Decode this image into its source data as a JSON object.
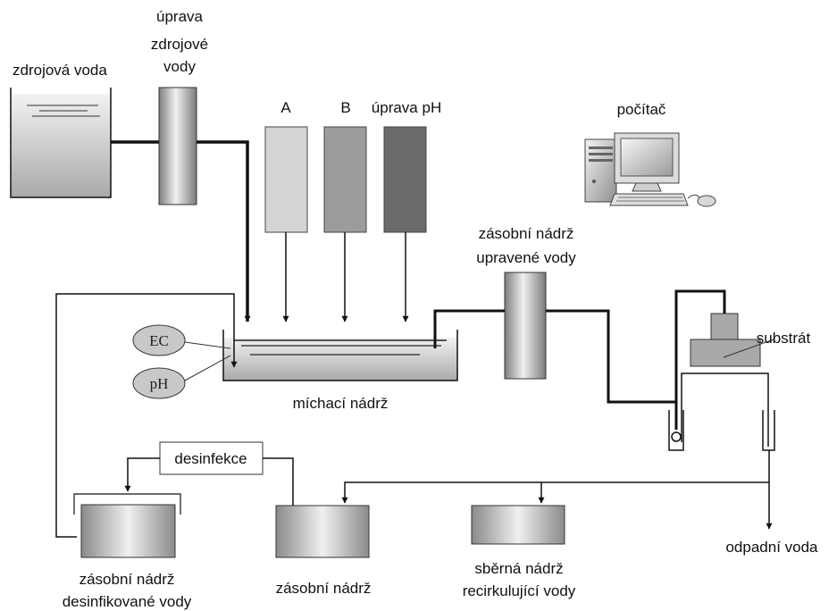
{
  "labels": {
    "source_water": "zdrojová voda",
    "source_treatment": [
      "úprava",
      "zdrojové",
      "vody"
    ],
    "tank_a": "A",
    "tank_b": "B",
    "ph_adjust": "úprava pH",
    "computer": "počítač",
    "treated_storage": [
      "zásobní nádrž",
      "upravené vody"
    ],
    "substrate": "substrát",
    "ec_sensor": "EC",
    "ph_sensor": "pH",
    "mixing_tank": "míchací nádrž",
    "disinfection": "desinfekce",
    "disinfected_storage": [
      "zásobní nádrž",
      "desinfikované vody"
    ],
    "storage_tank": "zásobní nádrž",
    "recirculation_tank": [
      "sběrná nádrž",
      "recirkulující vody"
    ],
    "waste_water": "odpadní voda"
  },
  "colors": {
    "line": "#111111",
    "tank_a_fill": "#d4d4d4",
    "tank_b_fill": "#9c9c9c",
    "ph_tank_fill": "#6a6a6a",
    "sensor_fill": "#c8c8c8"
  }
}
